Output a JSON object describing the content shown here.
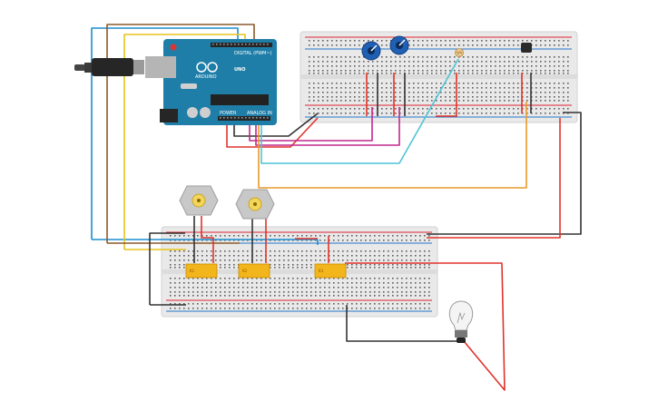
{
  "diagram": {
    "arduino": {
      "model_text": "UNO",
      "brand_text": "ARDUINO",
      "digital_header_text": "DIGITAL (PWM~)",
      "power_header_text": "POWER",
      "analog_header_text": "ANALOG IN",
      "board_color": "#1f7ea8",
      "usb_color": "#b5b5b5"
    },
    "relays": [
      {
        "label": "K1"
      },
      {
        "label": "K2"
      },
      {
        "label": "K3"
      }
    ],
    "wire_colors": {
      "red": "#e0332b",
      "black": "#333333",
      "blue": "#1b8ed1",
      "yellow": "#e7c31b",
      "brown": "#8a5a2b",
      "magenta": "#c2288e",
      "cyan": "#4fc4d6",
      "orange": "#e89b2b"
    },
    "breadboard_color": "#e9e9e9",
    "potentiometer_color": "#1f5fb4",
    "motor_color": "#c8c8c8",
    "bulb_color": "#f4f4f4"
  }
}
